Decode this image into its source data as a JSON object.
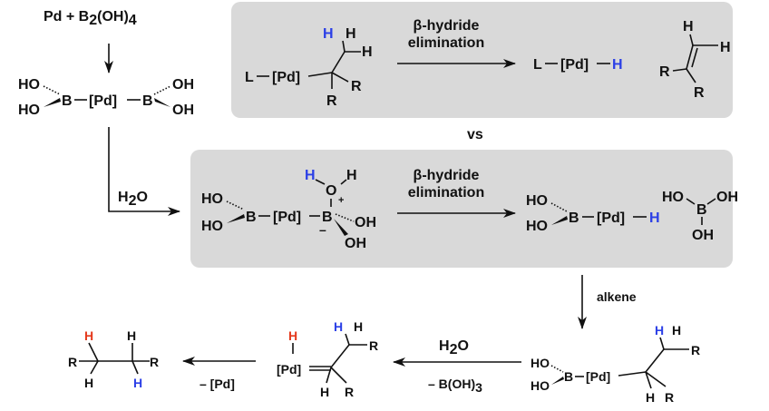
{
  "colors": {
    "box": "#d9d9d9",
    "blue_h": "#2b3fe6",
    "red_h": "#e5391c",
    "text": "#111111"
  },
  "start": {
    "pd_plus": "Pd + B",
    "sub2": "2",
    "oh": "(OH)",
    "sub4": "4"
  },
  "diboryl": {
    "ho1": "HO",
    "ho2": "HO",
    "b1": "B",
    "pd": "[Pd]",
    "b2": "B",
    "oh1": "OH",
    "oh2": "OH"
  },
  "water_step": {
    "h": "H",
    "sub2": "2",
    "o": "O"
  },
  "top_box": {
    "l_pd": "L",
    "pd": "[Pd]",
    "h_blue": "H",
    "h2": "H",
    "h3": "H",
    "r1": "R",
    "r2": "R",
    "arrow_label_1": "β-hydride",
    "arrow_label_2": "elimination",
    "prod_l": "L",
    "prod_pd": "[Pd]",
    "prod_h": "H",
    "alk_h1": "H",
    "alk_h2": "H",
    "alk_r1": "R",
    "alk_r2": "R"
  },
  "vs": "vs",
  "lower_box": {
    "ho1": "HO",
    "ho2": "HO",
    "b1": "B",
    "pd": "[Pd]",
    "b2": "B",
    "o": "O",
    "plus": "+",
    "minus": "–",
    "h_blue": "H",
    "h2": "H",
    "oh1": "OH",
    "oh2": "OH",
    "arrow_label_1": "β-hydride",
    "arrow_label_2": "elimination",
    "p_ho1": "HO",
    "p_ho2": "HO",
    "p_b": "B",
    "p_pd": "[Pd]",
    "p_h": "H",
    "bo_ho": "HO",
    "bo_b": "B",
    "bo_oh1": "OH",
    "bo_oh2": "OH"
  },
  "alkene_step": {
    "label": "alkene"
  },
  "alkyl": {
    "ho1": "HO",
    "ho2": "HO",
    "b": "B",
    "pd": "[Pd]",
    "h_blue": "H",
    "h2": "H",
    "r1": "R",
    "h3": "H",
    "r2": "R"
  },
  "protonolysis": {
    "h": "H",
    "sub2": "2",
    "o": "O",
    "minus_b": "– B(OH)",
    "sub3": "3"
  },
  "pd_hydride_alkyl": {
    "h_red": "H",
    "pd": "[Pd]",
    "h_blue": "H",
    "h2": "H",
    "r1": "R",
    "h3": "H",
    "r2": "R"
  },
  "reductive": {
    "label": "– [Pd]"
  },
  "alkane": {
    "h_red": "H",
    "r1": "R",
    "h2": "H",
    "r2": "R",
    "h3": "H",
    "h_blue": "H"
  }
}
